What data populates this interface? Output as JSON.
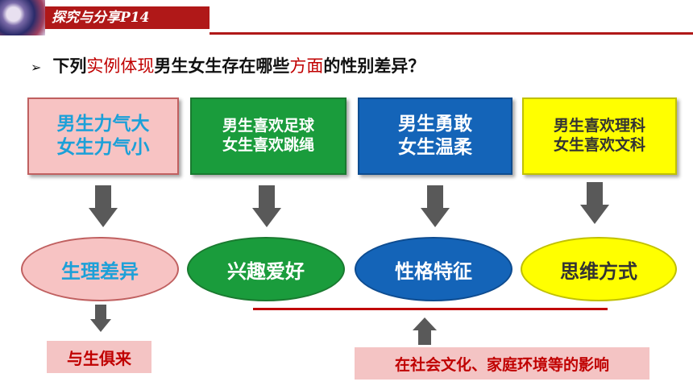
{
  "header": {
    "tag": "探究与分享P14"
  },
  "question": {
    "bullet": "➢",
    "part1": "下列",
    "part2": "实例体现",
    "part3": "男生女生存在哪些",
    "part4": "方面",
    "part5": "的性别差异？"
  },
  "examples": [
    {
      "line1": "男生力气大",
      "line2": "女生力气小"
    },
    {
      "line1": "男生喜欢足球",
      "line2": "女生喜欢跳绳"
    },
    {
      "line1": "男生勇敢",
      "line2": "女生温柔"
    },
    {
      "line1": "男生喜欢理科",
      "line2": "女生喜欢文科"
    }
  ],
  "aspects": [
    "生理差异",
    "兴趣爱好",
    "性格特征",
    "思维方式"
  ],
  "notes": {
    "innate": "与生俱来",
    "influence": "在社会文化、家庭环境等的影响"
  },
  "colors": {
    "accent": "#b01818",
    "pink": "#f7c3c3",
    "green": "#1a9c3c",
    "blue": "#1464b8",
    "yellow": "#ffff00"
  }
}
